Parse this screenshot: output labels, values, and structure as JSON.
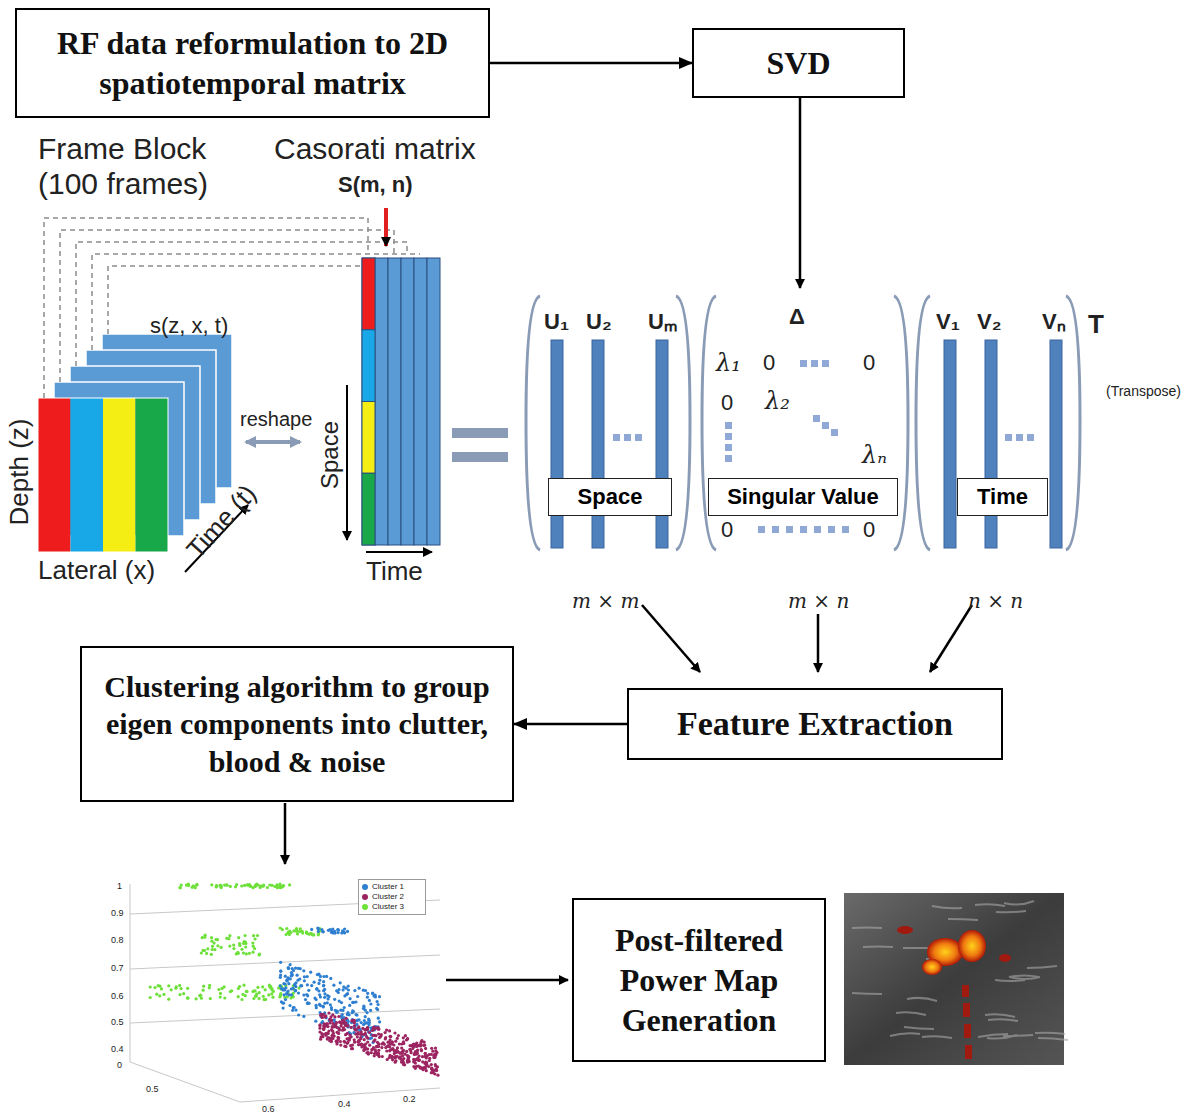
{
  "diagram": {
    "nodes": [
      {
        "text": [
          "RF data reformulation to 2D spatiotemporal matrix"
        ]
      },
      {
        "text": [
          "SVD"
        ]
      },
      {
        "text": [
          "Feature Extraction"
        ]
      },
      {
        "text": [
          "Clustering algorithm to group eigen components into clutter, blood & noise"
        ]
      },
      {
        "text": [
          "Post-filtered Power Map Generation"
        ]
      },
      {
        "text": [
          "Space"
        ]
      },
      {
        "text": [
          "Singular Value"
        ]
      },
      {
        "text": [
          "Time"
        ]
      }
    ],
    "edges": [
      {
        "from": 0,
        "to": 1,
        "arrow": "to"
      },
      {
        "from": 2,
        "to": 3,
        "arrow": "to"
      }
    ],
    "labels": [
      "Frame Block (100 frames)",
      "Casorati matrix",
      "S(m, n)",
      "s(z, x, t)",
      "Depth (z)",
      "Lateral (x)",
      "Time (t)",
      "reshape",
      "Space",
      "Time",
      "U₁",
      "U₂",
      "Uₘ",
      "Δ",
      "V₁",
      "V₂",
      "Vₙ",
      "T",
      "(Transpose)",
      "λ₁",
      "0",
      "0",
      "0",
      "λ₂",
      "λₙ",
      "0",
      "0",
      "m × m",
      "m × n",
      "n × n",
      "1",
      "0.9",
      "0.8",
      "0.7",
      "0.6",
      "0.5",
      "0.4",
      "0",
      "0.5",
      "0.6",
      "0.4",
      "0.2"
    ],
    "legend": [
      {
        "text": "Cluster 1",
        "color": "#2f7fd0"
      },
      {
        "text": "Cluster 2",
        "color": "#9c2460"
      },
      {
        "text": "Cluster 3",
        "color": "#6ee03a"
      }
    ]
  }
}
